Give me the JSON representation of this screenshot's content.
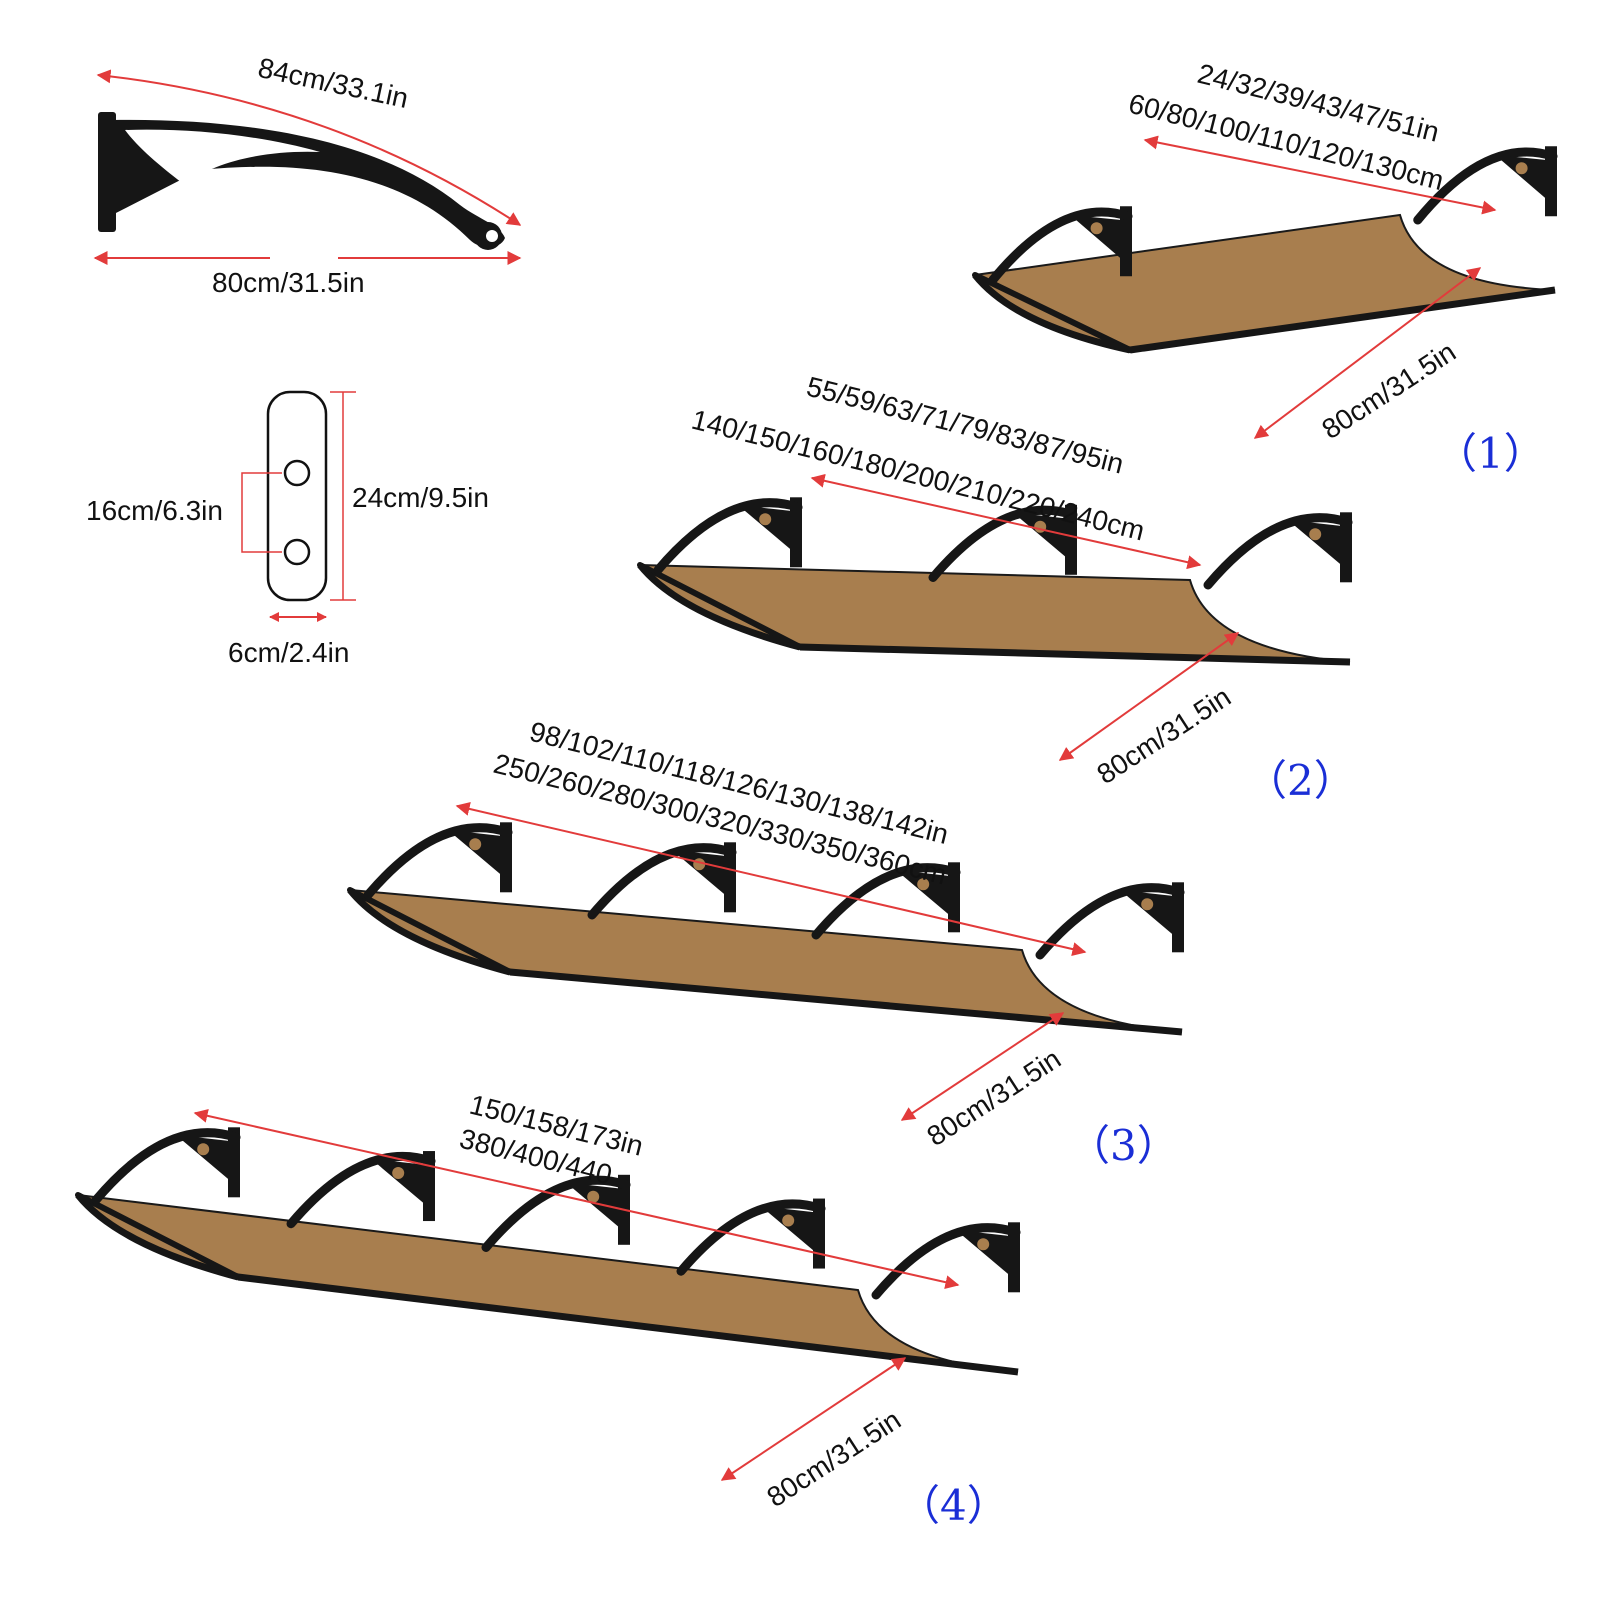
{
  "bracket": {
    "arc_label": "84cm/33.1in",
    "depth_label": "80cm/31.5in"
  },
  "plate": {
    "height_label": "24cm/9.5in",
    "hole_spacing_label": "16cm/6.3in",
    "width_label": "6cm/2.4in"
  },
  "awnings": [
    {
      "number": "（1）",
      "width_in": "24/32/39/43/47/51in",
      "width_cm": "60/80/100/110/120/130cm",
      "depth": "80cm/31.5in",
      "panels": 1
    },
    {
      "number": "（2）",
      "width_in": "55/59/63/71/79/83/87/95in",
      "width_cm": "140/150/160/180/200/210/220/240cm",
      "depth": "80cm/31.5in",
      "panels": 2
    },
    {
      "number": "（3）",
      "width_in": "98/102/110/118/126/130/138/142in",
      "width_cm": "250/260/280/300/320/330/350/360cm",
      "depth": "80cm/31.5in",
      "panels": 3
    },
    {
      "number": "（4）",
      "width_in": "150/158/173in",
      "width_cm": "380/400/440",
      "depth": "80cm/31.5in",
      "panels": 4
    }
  ],
  "colors": {
    "panel": "#a87e4e",
    "frame": "#161616",
    "arrow": "#e23b3b",
    "number": "#1a2ed6"
  }
}
